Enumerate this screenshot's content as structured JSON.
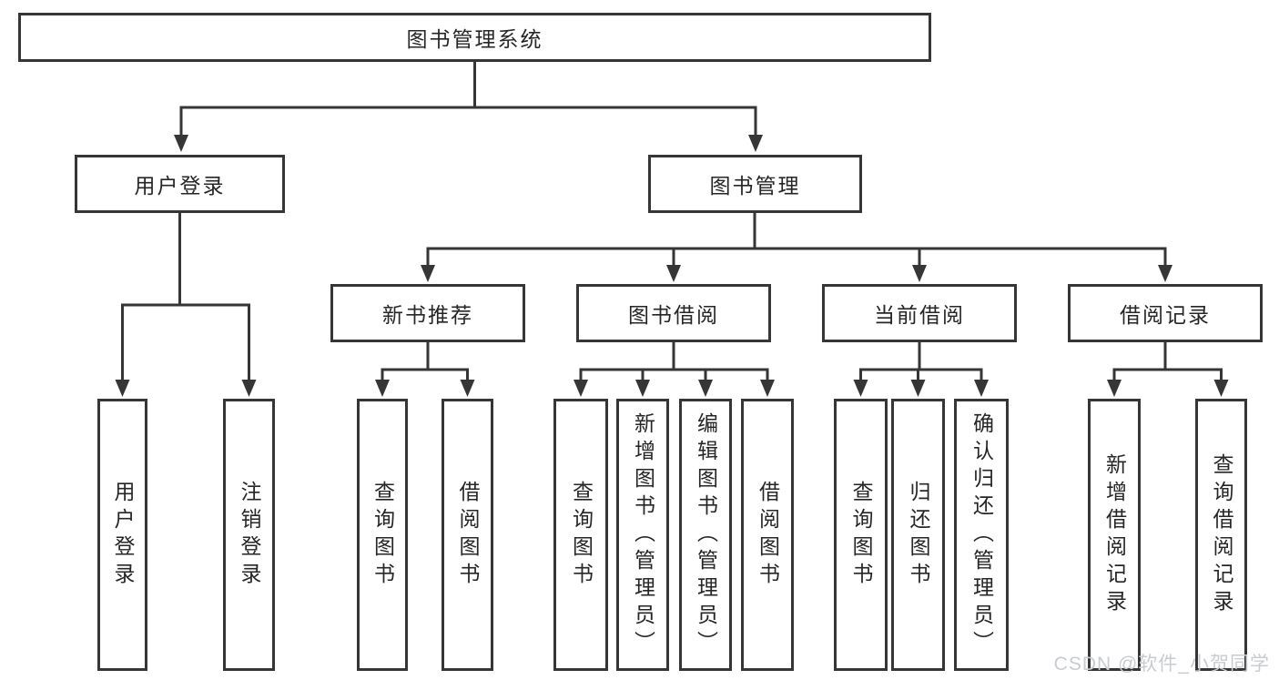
{
  "diagram": {
    "title": "图书管理系统",
    "nodes": {
      "root": {
        "label": "图书管理系统"
      },
      "user_login": {
        "label": "用户登录"
      },
      "book_mgmt": {
        "label": "图书管理"
      },
      "new_book_rec": {
        "label": "新书推荐"
      },
      "book_borrowing": {
        "label": "图书借阅"
      },
      "current_borrow": {
        "label": "当前借阅"
      },
      "borrow_records": {
        "label": "借阅记录"
      },
      "login": {
        "label": "用户登录"
      },
      "logout": {
        "label": "注销登录"
      },
      "nb_query": {
        "label": "查询图书"
      },
      "nb_borrow": {
        "label": "借阅图书"
      },
      "bb_query": {
        "label": "查询图书"
      },
      "bb_add": {
        "label": "新增图书（管理员）"
      },
      "bb_edit": {
        "label": "编辑图书（管理员）"
      },
      "bb_borrow": {
        "label": "借阅图书"
      },
      "cb_query": {
        "label": "查询图书"
      },
      "cb_return": {
        "label": "归还图书"
      },
      "cb_confirm": {
        "label": "确认归还（管理员）"
      },
      "br_add": {
        "label": "新增借阅记录"
      },
      "br_query": {
        "label": "查询借阅记录"
      }
    },
    "edges": [
      {
        "from": "root",
        "to": [
          "user_login",
          "book_mgmt"
        ]
      },
      {
        "from": "user_login",
        "to": [
          "login",
          "logout"
        ]
      },
      {
        "from": "book_mgmt",
        "to": [
          "new_book_rec",
          "book_borrowing",
          "current_borrow",
          "borrow_records"
        ]
      },
      {
        "from": "new_book_rec",
        "to": [
          "nb_query",
          "nb_borrow"
        ]
      },
      {
        "from": "book_borrowing",
        "to": [
          "bb_query",
          "bb_add",
          "bb_edit",
          "bb_borrow"
        ]
      },
      {
        "from": "current_borrow",
        "to": [
          "cb_query",
          "cb_return",
          "cb_confirm"
        ]
      },
      {
        "from": "borrow_records",
        "to": [
          "br_add",
          "br_query"
        ]
      }
    ]
  },
  "watermark": {
    "text": "CSDN @软件_小贺同学"
  },
  "colors": {
    "line": "#363636",
    "box_border": "#363636",
    "text": "#262626",
    "background": "#ffffff",
    "watermark": "#c8ccd1"
  }
}
